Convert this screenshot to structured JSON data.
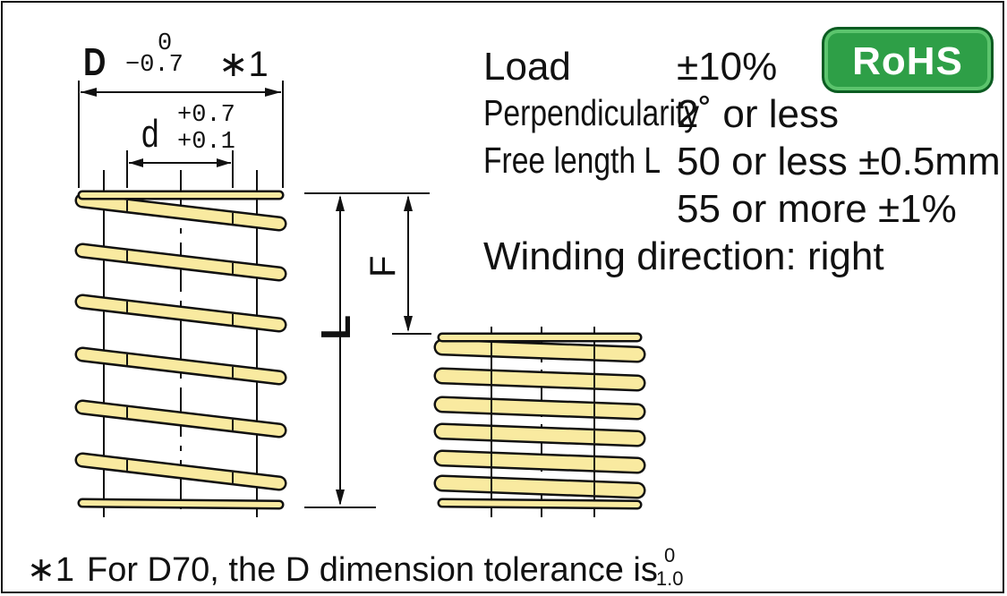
{
  "diagram": {
    "D_label": "D",
    "D_tol_upper": "0",
    "D_tol_lower": "−0.7",
    "D_note_mark": "∗1",
    "d_label": "d",
    "d_tol_upper": "+0.7",
    "d_tol_lower": "+0.1",
    "L_label": "L",
    "F_label": "F",
    "spring_color": "#f9eaa0",
    "outline_color": "#111111"
  },
  "specs": [
    {
      "label": "Load",
      "value": "±10%"
    },
    {
      "label": "Perpendicularity",
      "value": "2˚ or less"
    },
    {
      "label": "Free length L",
      "value": "50 or less ±0.5mm"
    },
    {
      "label": "",
      "value": "55 or more ±1%"
    },
    {
      "label": "Winding direction: right",
      "value": ""
    }
  ],
  "badge": {
    "text": "RoHS",
    "color": "#2e9f47"
  },
  "footnote": {
    "mark": "∗1",
    "text": "For D70, the D dimension tolerance is",
    "tol_upper": "0",
    "tol_lower": "−1.0"
  }
}
